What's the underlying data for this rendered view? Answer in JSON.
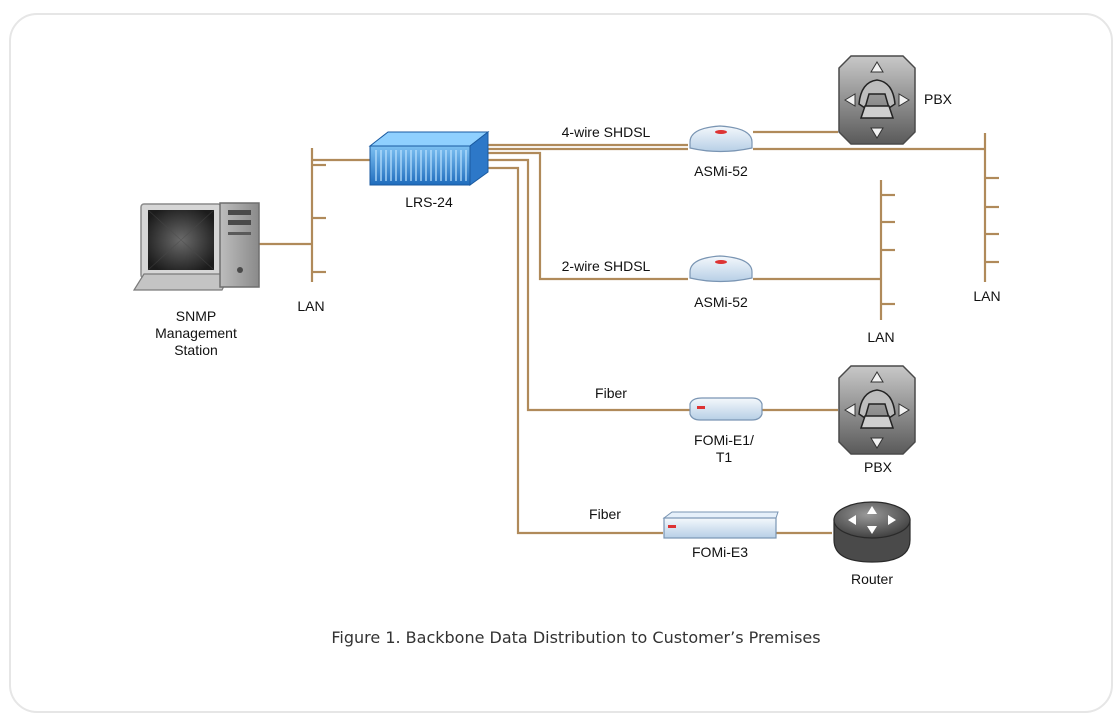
{
  "diagram": {
    "station_label": [
      "SNMP",
      "Management",
      "Station"
    ],
    "lan_left_label": "LAN",
    "lrs_label": "LRS-24",
    "link_4wire_label": "4-wire SHDSL",
    "asmi_top_label": "ASMi-52",
    "pbx_top_label": "PBX",
    "lan_far_right_label": "LAN",
    "link_2wire_label": "2-wire SHDSL",
    "asmi_mid_label": "ASMi-52",
    "lan_mid_label": "LAN",
    "link_fiber1_label": "Fiber",
    "fomi_e1_label": [
      "FOMi-E1/",
      "T1"
    ],
    "pbx_bottom_label": "PBX",
    "link_fiber2_label": "Fiber",
    "fomi_e3_label": "FOMi-E3",
    "router_label": "Router",
    "caption": "Figure 1. Backbone Data Distribution to Customer’s Premises",
    "colors": {
      "cable": "#b08a5a",
      "lrs": "#3c8ede",
      "modem": "#d2e4f6"
    },
    "icons": [
      "computer-icon",
      "lrs24-rack-icon",
      "asmi52-modem-icon",
      "pbx-icon",
      "fomi-modem-icon",
      "router-icon"
    ]
  }
}
